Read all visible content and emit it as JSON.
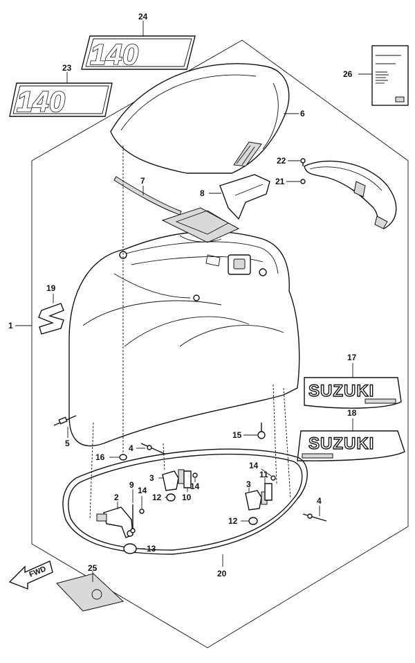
{
  "callouts": {
    "c1": "1",
    "c2": "2",
    "c3a": "3",
    "c3b": "3",
    "c4a": "4",
    "c4b": "4",
    "c5": "5",
    "c6": "6",
    "c7": "7",
    "c8": "8",
    "c9": "9",
    "c10": "10",
    "c11": "11",
    "c12a": "12",
    "c12b": "12",
    "c13": "13",
    "c14a": "14",
    "c14b": "14",
    "c14c": "14",
    "c15": "15",
    "c16": "16",
    "c17": "17",
    "c18": "18",
    "c19": "19",
    "c20": "20",
    "c21": "21",
    "c22": "22",
    "c23": "23",
    "c24": "24",
    "c25": "25",
    "c26": "26"
  },
  "decals": {
    "model_upper": "140",
    "model_lower": "140",
    "brand_upper": "SUZUKI",
    "brand_lower": "SUZUKI"
  },
  "fwd_arrow": {
    "label": "FWD"
  },
  "colors": {
    "line": "#111111",
    "background": "#ffffff",
    "shade": "#d9d9d9"
  }
}
